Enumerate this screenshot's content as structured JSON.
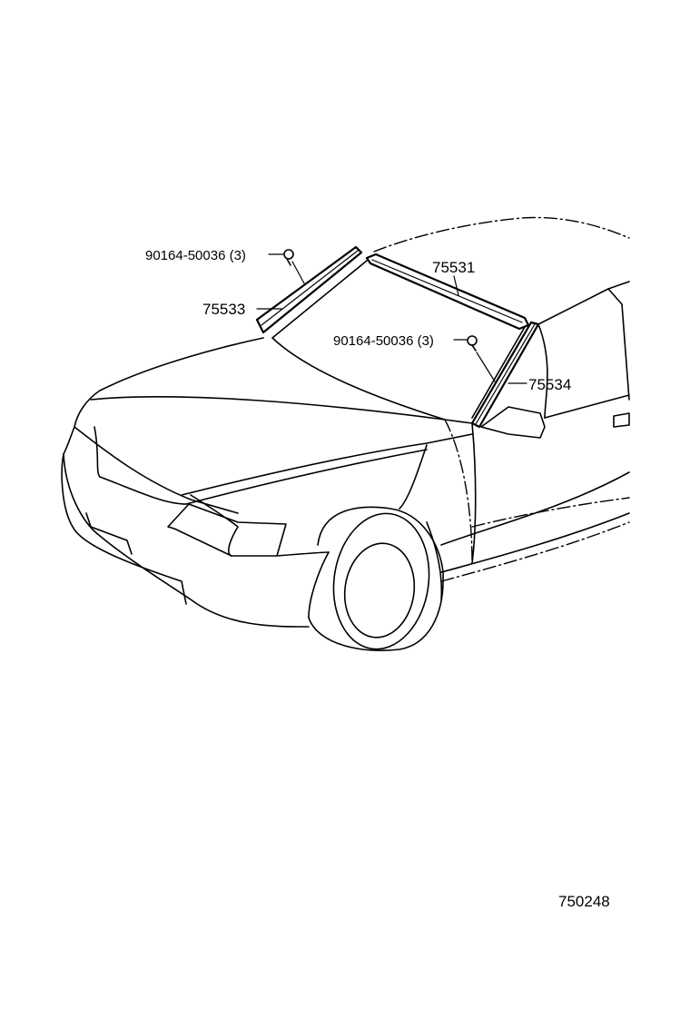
{
  "parts": {
    "windshield_molding_top": "75531",
    "pillar_molding_left": "75533",
    "pillar_molding_right": "75534",
    "clip_left": "90164-50036 (3)",
    "clip_right": "90164-50036 (3)"
  },
  "figure_number": "750248"
}
